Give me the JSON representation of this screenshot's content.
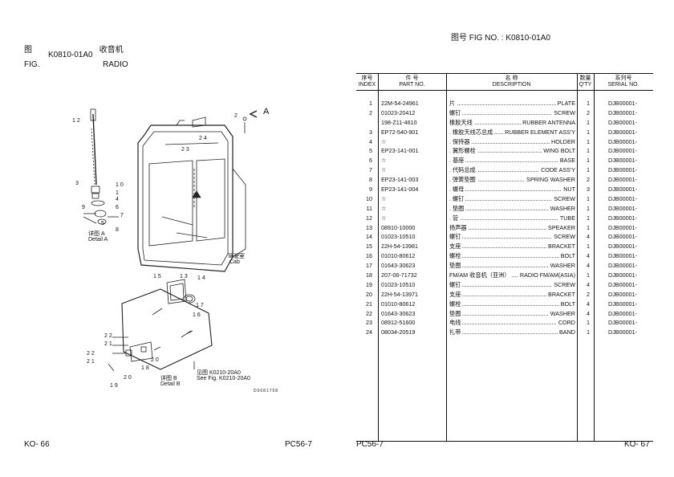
{
  "left_page": {
    "fig_zh": "图",
    "fig_en": "FIG.",
    "fig_no": "K0810-01A0",
    "title_zh": "收音机",
    "title_en": "RADIO",
    "footer_left": "KO- 66",
    "footer_right": "PC56-7"
  },
  "right_page": {
    "header": "图号  FIG NO.  :  K0810-01A0",
    "footer_left": "PC56-7",
    "footer_right": "KO- 67"
  },
  "drawing": {
    "callouts": [
      "12",
      "2",
      "A",
      "3",
      "10",
      "1",
      "4",
      "6",
      "9",
      "7",
      "5",
      "8",
      "24",
      "23",
      "15",
      "13",
      "14",
      "17",
      "16",
      "22",
      "21",
      "20",
      "19",
      "18"
    ],
    "labels": {
      "detail_a_zh": "详图 A",
      "detail_a_en": "Detail A",
      "cab_zh": "驾驶室",
      "cab_en": "Cab",
      "see_fig_zh": "见图 K0210-20A0",
      "see_fig_en": "See Fig. K0210-20A0",
      "detail_b_zh": "详图 B",
      "detail_b_en": "Detail B",
      "code": "D0081758"
    }
  },
  "table": {
    "headers": {
      "idx_zh": "序号",
      "idx_en": "INDEX",
      "pn_zh": "件    号",
      "pn_en": "PART NO.",
      "desc_zh": "名          称",
      "desc_en": "DESCRIPTION",
      "qty_zh": "数量",
      "qty_en": "Q'TY",
      "ser_zh": "系列号",
      "ser_en": "SERIAL NO."
    },
    "rows": [
      {
        "idx": "1",
        "pn": "22M-54-24961",
        "zh": "片",
        "en": "PLATE",
        "qty": "1",
        "ser": "DJB00001-"
      },
      {
        "idx": "2",
        "pn": "01023-20412",
        "zh": "螺钉",
        "en": "SCREW",
        "qty": "2",
        "ser": "DJB00001-"
      },
      {
        "idx": "",
        "pn": "198-Z11-4610",
        "zh": "橡胶天线",
        "en": "RUBBER ANTENNA",
        "qty": "1",
        "ser": "DJB00001-"
      },
      {
        "idx": "3",
        "pn": "EP72-540-901",
        "zh": ". 橡胶天线芯总成",
        "en": "RUBBER ELEMENT ASS'Y",
        "qty": "1",
        "ser": "DJB00001-"
      },
      {
        "idx": "4",
        "pn": "☆",
        "zh": ". 保持器",
        "en": "HOLDER",
        "qty": "1",
        "ser": "DJB00001-"
      },
      {
        "idx": "5",
        "pn": "EP23-141-001",
        "zh": ". 翼形螺栓",
        "en": "WING BOLT",
        "qty": "1",
        "ser": "DJB00001-"
      },
      {
        "idx": "6",
        "pn": "☆",
        "zh": ". 基座",
        "en": "BASE",
        "qty": "1",
        "ser": "DJB00001-"
      },
      {
        "idx": "7",
        "pn": "☆",
        "zh": ". 代码总成",
        "en": "CODE ASS'Y",
        "qty": "1",
        "ser": "DJB00001-"
      },
      {
        "idx": "8",
        "pn": "EP23-141-003",
        "zh": ". 弹簧垫圈",
        "en": "SPRING WASHER",
        "qty": "2",
        "ser": "DJB00001-"
      },
      {
        "idx": "9",
        "pn": "EP23-141-004",
        "zh": ". 螺母",
        "en": "NUT",
        "qty": "3",
        "ser": "DJB00001-"
      },
      {
        "idx": "10",
        "pn": "☆",
        "zh": ". 螺钉",
        "en": "SCREW",
        "qty": "1",
        "ser": "DJB00001-"
      },
      {
        "idx": "11",
        "pn": "☆",
        "zh": ". 垫圈",
        "en": "WASHER",
        "qty": "1",
        "ser": "DJB00001-"
      },
      {
        "idx": "12",
        "pn": "☆",
        "zh": ". 管",
        "en": "TUBE",
        "qty": "1",
        "ser": "DJB00001-"
      },
      {
        "idx": "13",
        "pn": "08910-10000",
        "zh": "扬声器",
        "en": "SPEAKER",
        "qty": "1",
        "ser": "DJB00001-"
      },
      {
        "idx": "14",
        "pn": "01023-10510",
        "zh": "螺钉",
        "en": "SCREW",
        "qty": "4",
        "ser": "DJB00001-"
      },
      {
        "idx": "15",
        "pn": "22H-54-13981",
        "zh": "支座",
        "en": "BRACKET",
        "qty": "1",
        "ser": "DJB00001-"
      },
      {
        "idx": "16",
        "pn": "01010-80612",
        "zh": "螺栓",
        "en": "BOLT",
        "qty": "4",
        "ser": "DJB00001-"
      },
      {
        "idx": "17",
        "pn": "01643-30623",
        "zh": "垫圈",
        "en": "WASHER",
        "qty": "4",
        "ser": "DJB00001-"
      },
      {
        "idx": "18",
        "pn": "207-06-71732",
        "zh": "FM/AM 收音机（亚洲）",
        "en": "RADIO FM/AM(ASIA)",
        "qty": "1",
        "ser": "DJB00001-"
      },
      {
        "idx": "19",
        "pn": "01023-10510",
        "zh": "螺钉",
        "en": "SCREW",
        "qty": "4",
        "ser": "DJB00001-"
      },
      {
        "idx": "20",
        "pn": "22H-54-13971",
        "zh": "支座",
        "en": "BRACKET",
        "qty": "2",
        "ser": "DJB00001-"
      },
      {
        "idx": "21",
        "pn": "01010-80612",
        "zh": "螺栓",
        "en": "BOLT",
        "qty": "4",
        "ser": "DJB00001-"
      },
      {
        "idx": "22",
        "pn": "01643-30623",
        "zh": "垫圈",
        "en": "WASHER",
        "qty": "4",
        "ser": "DJB00001-"
      },
      {
        "idx": "23",
        "pn": "08912-51600",
        "zh": "电线",
        "en": "CORD",
        "qty": "1",
        "ser": "DJB00001-"
      },
      {
        "idx": "24",
        "pn": "08034-20519",
        "zh": "扎带",
        "en": "BAND",
        "qty": "1",
        "ser": "DJB00001-"
      }
    ]
  }
}
